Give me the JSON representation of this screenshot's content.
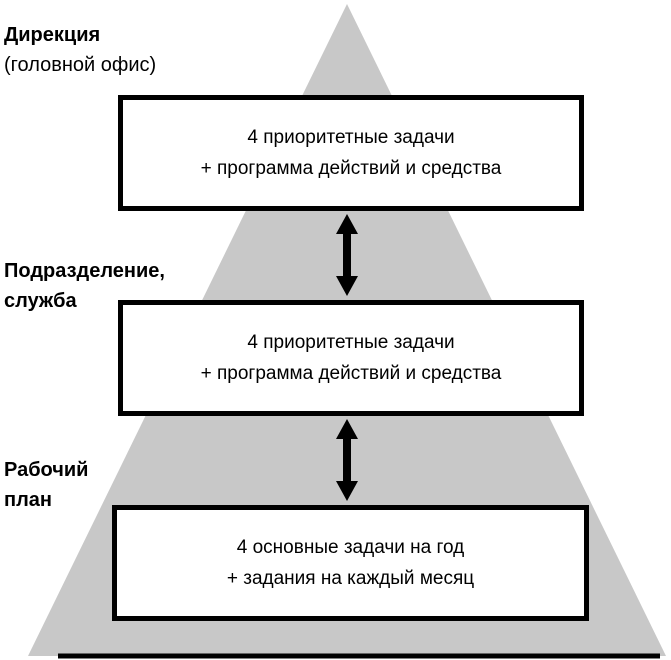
{
  "labels": [
    {
      "line1": "Дирекция",
      "line2": "(головной офис)"
    },
    {
      "line1": "Подразделение,",
      "line2": "служба"
    },
    {
      "line1": "Рабочий",
      "line2": "план"
    }
  ],
  "boxes": [
    {
      "line1": "4 приоритетные задачи",
      "line2": "+ программа действий и средства"
    },
    {
      "line1": "4 приоритетные задачи",
      "line2": "+ программа действий и средства"
    },
    {
      "line1": "4 основные задачи на год",
      "line2": "+ задания на каждый месяц"
    }
  ],
  "colors": {
    "pyramid_fill": "#c8c8c8",
    "base_line": "#000000",
    "arrow": "#000000",
    "box_border": "#000000",
    "box_fill": "#ffffff",
    "text": "#000000"
  }
}
